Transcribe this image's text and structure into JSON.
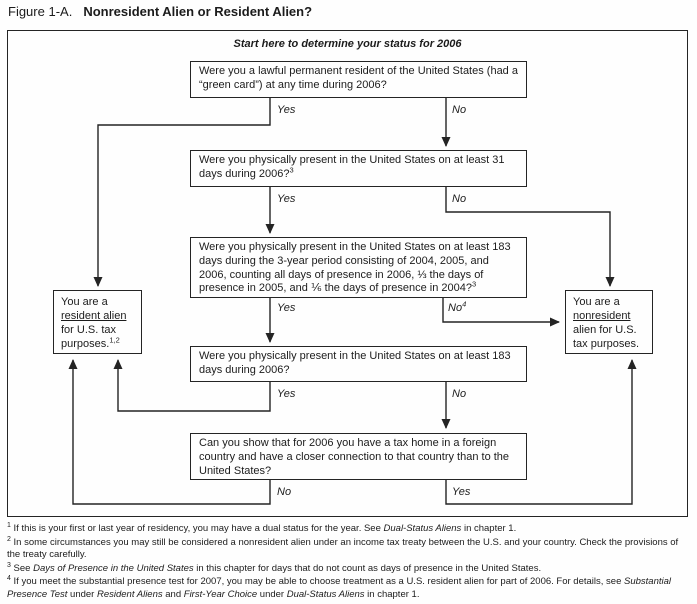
{
  "figure": {
    "label": "Figure 1-A.",
    "title": "Nonresident Alien or Resident Alien?"
  },
  "flow": {
    "start_text": "Start here to determine your status for 2006",
    "questions": [
      {
        "text": "Were you a lawful permanent resident of the United States (had a “green card”) at any time during 2006?",
        "sup": ""
      },
      {
        "text": "Were you physically present in the United States on at least 31 days during 2006?",
        "sup": "3"
      },
      {
        "text": "Were you physically present in the United States on at least 183 days during the 3-year period consisting of 2004, 2005, and 2006, counting all days of presence in 2006, ⅓ the days of presence in 2005, and ⅙ the days of presence in 2004?",
        "sup": "3"
      },
      {
        "text": "Were you physically present in the United States on at least 183 days during 2006?",
        "sup": ""
      },
      {
        "text": "Can you show that for 2006 you have a tax home in a foreign country and have a closer connection to that country than to the United States?",
        "sup": ""
      }
    ],
    "branch_labels": {
      "q1_yes": "Yes",
      "q1_no": "No",
      "q2_yes": "Yes",
      "q2_no": "No",
      "q3_yes": "Yes",
      "q3_no": "No",
      "q3_no_sup": "4",
      "q4_yes": "Yes",
      "q4_no": "No",
      "q5_no": "No",
      "q5_yes": "Yes"
    },
    "results": {
      "resident": {
        "prefix": "You are a ",
        "underlined": "resident alien",
        "suffix": " for U.S. tax purposes.",
        "sup": "1,2"
      },
      "nonresident": {
        "prefix": "You are a ",
        "underlined": "nonresident",
        "suffix": " alien for U.S. tax purposes.",
        "sup": ""
      }
    }
  },
  "footnotes": [
    {
      "marker": "1",
      "segments": [
        {
          "t": "If this is your first or last year of residency, you may have a dual status for the year. See "
        },
        {
          "t": "Dual-Status Aliens",
          "i": true
        },
        {
          "t": " in chapter 1."
        }
      ]
    },
    {
      "marker": "2",
      "segments": [
        {
          "t": "In some circumstances you may still be considered a nonresident alien under an income tax treaty between the U.S. and your country. Check the provisions of the treaty carefully."
        }
      ]
    },
    {
      "marker": "3",
      "segments": [
        {
          "t": "See "
        },
        {
          "t": "Days of Presence in the United States",
          "i": true
        },
        {
          "t": " in this chapter for days that do not count as days of presence in the United States."
        }
      ]
    },
    {
      "marker": "4",
      "segments": [
        {
          "t": "If you meet the substantial presence test for 2007, you may be able to choose treatment as a U.S. resident alien for part of 2006. For details, see "
        },
        {
          "t": "Substantial Presence Test",
          "i": true
        },
        {
          "t": " under "
        },
        {
          "t": "Resident Aliens",
          "i": true
        },
        {
          "t": " and "
        },
        {
          "t": "First-Year Choice",
          "i": true
        },
        {
          "t": " under "
        },
        {
          "t": "Dual-Status Aliens",
          "i": true
        },
        {
          "t": " in chapter 1."
        }
      ]
    }
  ],
  "colors": {
    "ink": "#1c1c1c",
    "paper": "#fefefe"
  }
}
